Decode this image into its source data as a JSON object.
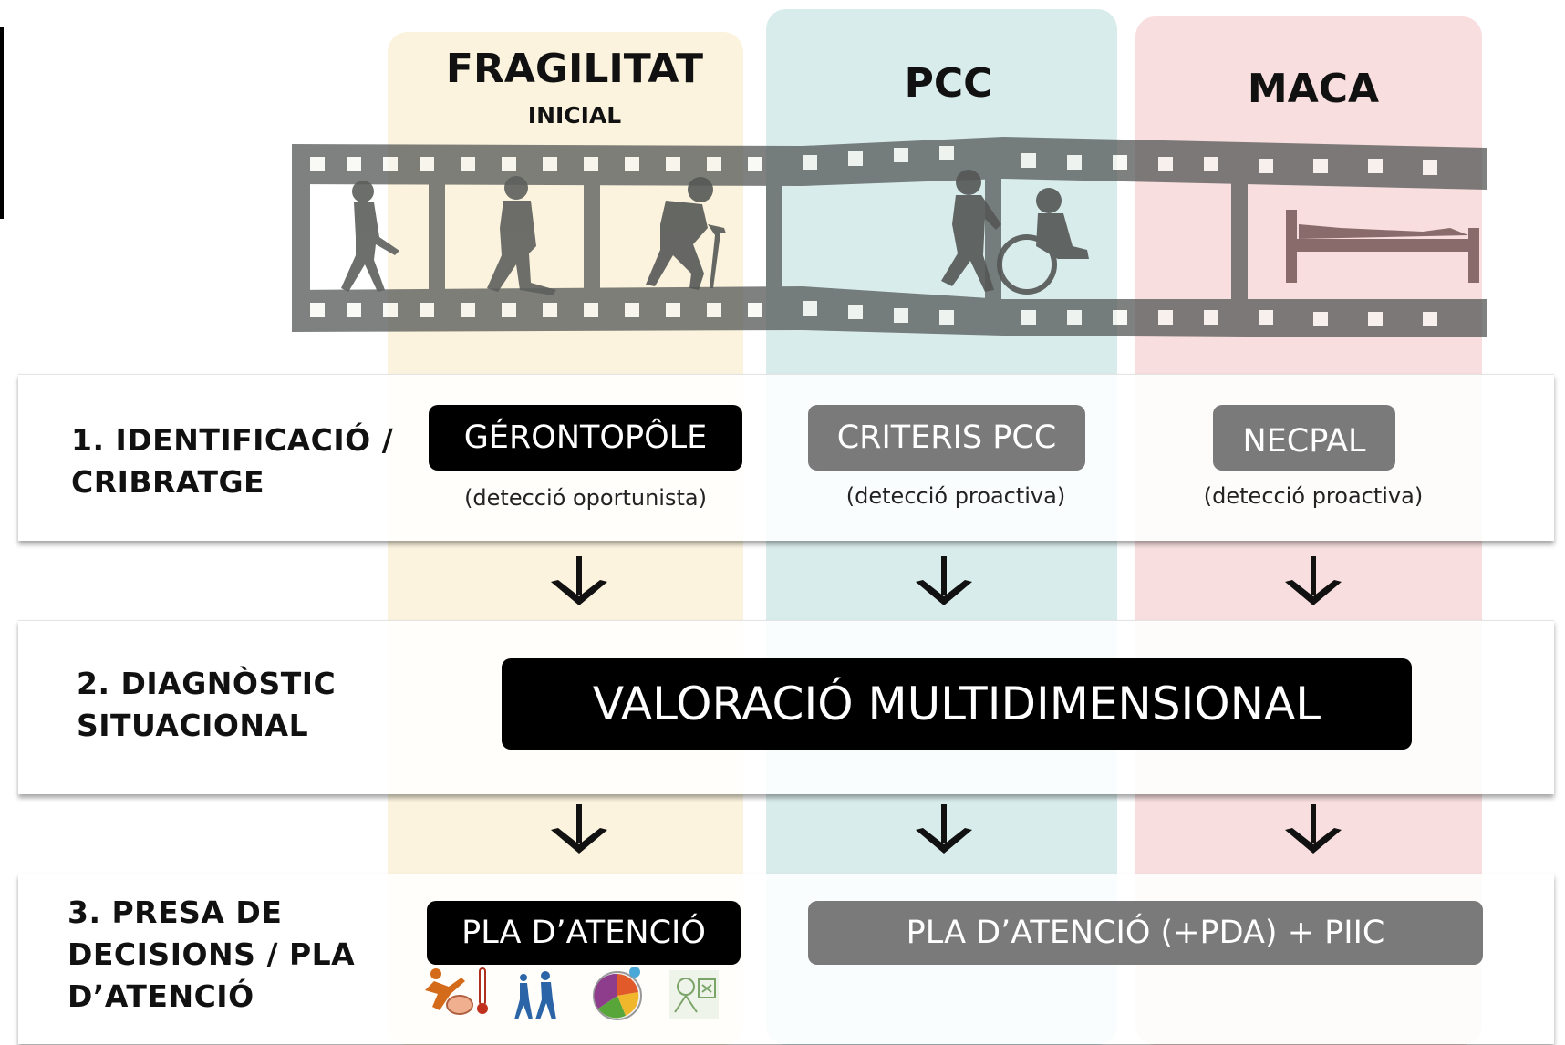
{
  "columns": [
    {
      "id": "fragilitat",
      "title": "FRAGILITAT",
      "subtitle": "INICIAL",
      "color": "#fbf3dd"
    },
    {
      "id": "pcc",
      "title": "PCC",
      "subtitle": "",
      "color": "#d9ecec"
    },
    {
      "id": "maca",
      "title": "MACA",
      "subtitle": "",
      "color": "#f8dede"
    }
  ],
  "filmstrip": {
    "frames": [
      "woman-walking-icon",
      "person-walking-icon",
      "elderly-person-cane-icon",
      "person-pushing-wheelchair-icon",
      "bed-icon"
    ]
  },
  "rows": {
    "row1": {
      "label_line1": "1. IDENTIFICACIÓ /",
      "label_line2": "CRIBRATGE",
      "boxes": [
        {
          "text": "GÉRONTOPÔLE",
          "note": "(detecció oportunista)"
        },
        {
          "text": "CRITERIS PCC",
          "note": "(detecció proactiva)"
        },
        {
          "text": "NECPAL",
          "note": "(detecció proactiva)"
        }
      ]
    },
    "row2": {
      "label_line1": "2. DIAGNÒSTIC",
      "label_line2": "SITUACIONAL",
      "box": "VALORACIÓ MULTIDIMENSIONAL"
    },
    "row3": {
      "label_line1": "3. PRESA DE",
      "label_line2": "DECISIONS / PLA",
      "label_line3": "D’ATENCIÓ",
      "box_left": "PLA D’ATENCIÓ",
      "box_right": "PLA D’ATENCIÓ (+PDA) + PIIC",
      "icons": [
        "fall-thermometer-icon",
        "walking-people-icon",
        "nutrition-plate-icon",
        "cognitive-sketch-icon"
      ]
    }
  },
  "colors": {
    "black_box": "#000000",
    "grey_box": "#7a7a7a"
  }
}
